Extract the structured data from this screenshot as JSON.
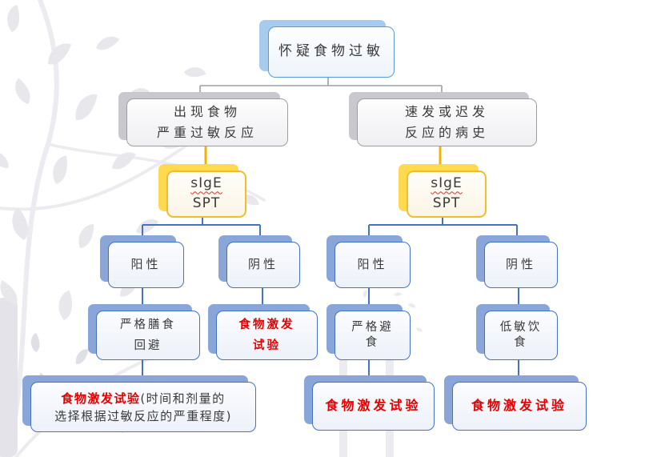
{
  "diagram": {
    "nodes": {
      "root": {
        "label": "怀疑食物过敏"
      },
      "history_left": {
        "line1": "出现食物",
        "line2": "严重过敏反应"
      },
      "history_right": {
        "line1": "速发或迟发",
        "line2": "反应的病史"
      },
      "test_left": {
        "line1": "sIgE",
        "line2": "SPT"
      },
      "test_right": {
        "line1": "sIgE",
        "line2": "SPT"
      },
      "positive_left": {
        "label": "阳性"
      },
      "negative_left": {
        "label": "阴性"
      },
      "positive_right": {
        "label": "阳性"
      },
      "negative_right": {
        "label": "阴性"
      },
      "strict_diet_avoidance": {
        "line1": "严格膳食",
        "line2": "回避"
      },
      "food_challenge_left": {
        "line1": "食物激发",
        "line2": "试验"
      },
      "strict_avoidance": {
        "line1": "严格避",
        "line2": "食"
      },
      "low_allergen_diet": {
        "line1": "低敏饮",
        "line2": "食"
      },
      "food_challenge_detail": {
        "red": "食物激发试验",
        "black1": "(时间和剂量的",
        "black2": "选择根据过敏反应的严重程度)"
      },
      "food_challenge_mid": {
        "label": "食物激发试验"
      },
      "food_challenge_right": {
        "label": "食物激发试验"
      }
    },
    "colors": {
      "root_border": "#5b9bd5",
      "root_shadow": "#a6cbec",
      "gray_border": "#9d9da4",
      "gray_shadow": "#c8c8ce",
      "yellow_border": "#eebe2e",
      "yellow_shadow": "#ffd94f",
      "blue_border": "#4472c4",
      "blue_shadow": "#8aa6d9",
      "red_text": "#e60000",
      "black_text": "#3a3a3a",
      "connector_gray": "#9aa0a6",
      "connector_yellow": "#f2b200",
      "connector_blue": "#4472c4"
    }
  }
}
